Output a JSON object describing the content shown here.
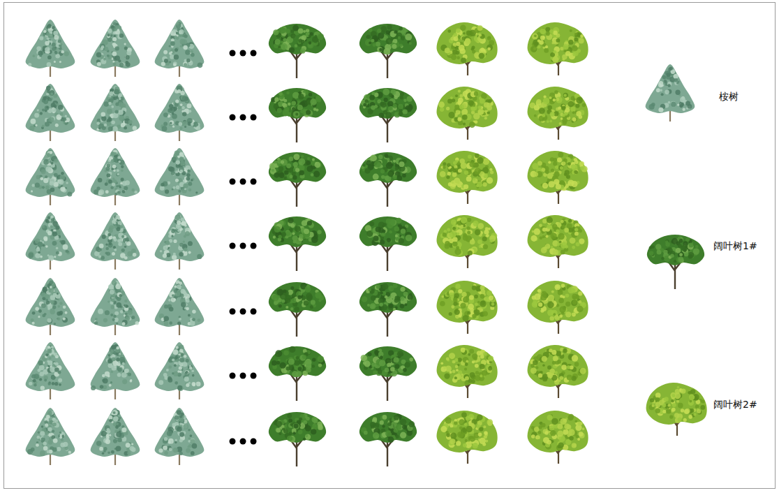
{
  "diagram": {
    "legend": [
      {
        "text": "桉树"
      },
      {
        "text": "阔叶树1#"
      },
      {
        "text": "阔叶树2#"
      }
    ]
  }
}
